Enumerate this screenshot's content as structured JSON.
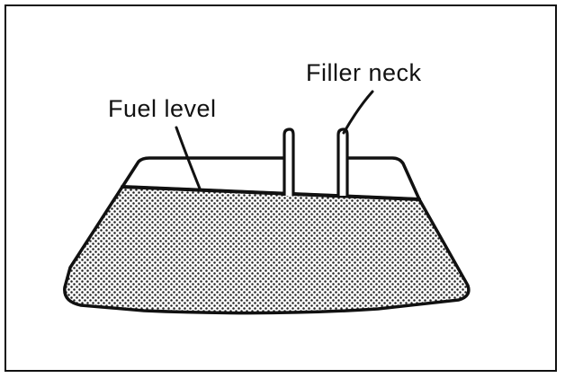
{
  "labels": {
    "fuel_level": "Fuel level",
    "filler_neck": "Filler neck"
  },
  "colors": {
    "ink": "#111111",
    "paper": "#ffffff",
    "stipple_dot": "#222222"
  },
  "fill": {
    "style": "stippled"
  }
}
